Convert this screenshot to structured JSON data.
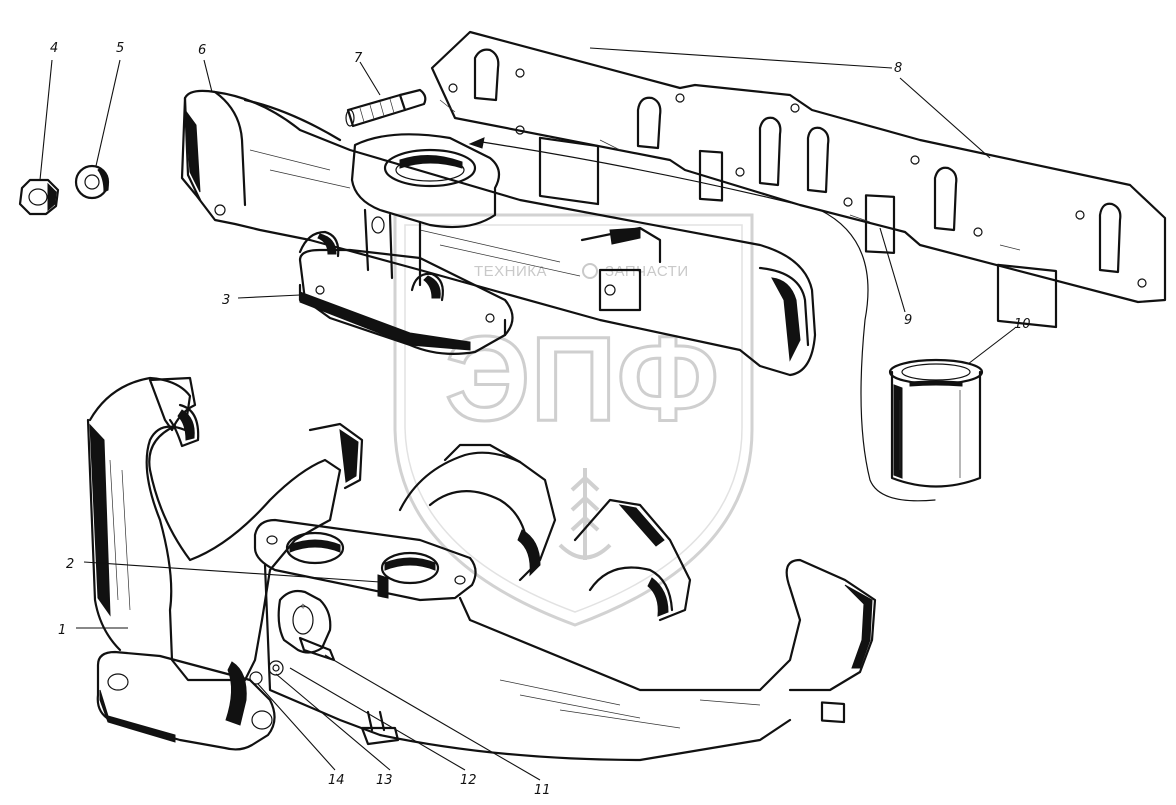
{
  "watermark": {
    "brand_left": "ТЕХНИКА",
    "brand_right": "ЗАПЧАСТИ",
    "big_letters": "ЭПФ"
  },
  "callouts": [
    {
      "id": "1",
      "label": "1"
    },
    {
      "id": "2",
      "label": "2"
    },
    {
      "id": "3",
      "label": "3"
    },
    {
      "id": "4",
      "label": "4"
    },
    {
      "id": "5",
      "label": "5"
    },
    {
      "id": "6",
      "label": "6"
    },
    {
      "id": "7",
      "label": "7"
    },
    {
      "id": "8",
      "label": "8"
    },
    {
      "id": "9",
      "label": "9"
    },
    {
      "id": "10",
      "label": "10"
    },
    {
      "id": "11",
      "label": "11"
    },
    {
      "id": "12",
      "label": "12"
    },
    {
      "id": "13",
      "label": "13"
    },
    {
      "id": "14",
      "label": "14"
    }
  ]
}
